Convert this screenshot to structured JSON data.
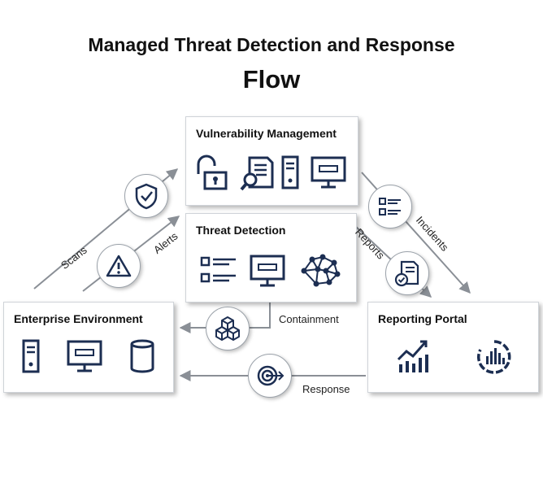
{
  "title_line1": "Managed Threat Detection and Response",
  "title_line2": "Flow",
  "colors": {
    "navy": "#1c2e52",
    "arrow": "#8a8f96"
  },
  "boxes": {
    "vulnerability": {
      "title": "Vulnerability Management",
      "icons": [
        "unlock-icon",
        "document-search-icon",
        "server-icon",
        "monitor-icon"
      ]
    },
    "threat": {
      "title": "Threat Detection",
      "icons": [
        "list-icon",
        "monitor-icon",
        "network-icon"
      ]
    },
    "enterprise": {
      "title": "Enterprise Environment",
      "icons": [
        "server-icon",
        "monitor-icon",
        "database-icon"
      ]
    },
    "reporting": {
      "title": "Reporting Portal",
      "icons": [
        "bar-chart-icon",
        "radial-chart-icon"
      ]
    }
  },
  "flows": {
    "scans": "Scans",
    "alerts": "Alerts",
    "reports": "Reports",
    "incidents": "Incidents",
    "containment": "Containment",
    "response": "Response"
  }
}
